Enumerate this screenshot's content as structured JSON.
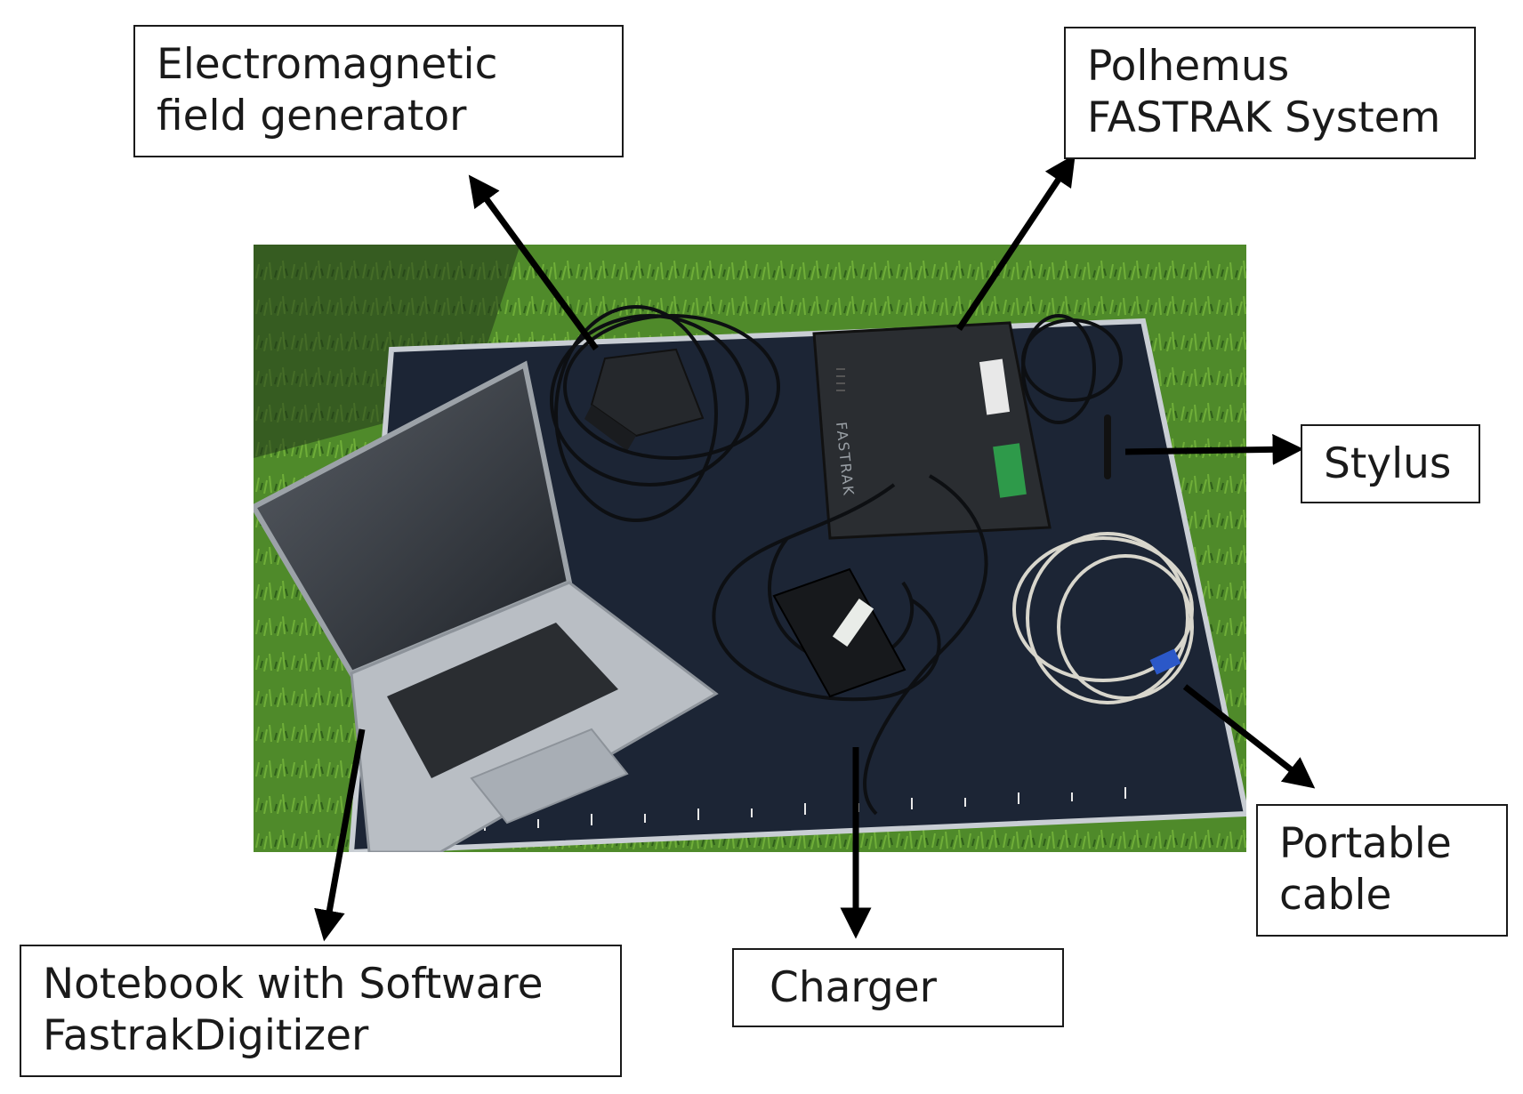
{
  "labels": {
    "field_generator": {
      "line1": "Electromagnetic",
      "line2": "field generator"
    },
    "fastrak_system": {
      "line1": "Polhemus",
      "line2": "FASTRAK System"
    },
    "stylus": {
      "line1": "Stylus"
    },
    "portable_cable": {
      "line1": "Portable",
      "line2": "cable"
    },
    "charger": {
      "line1": "Charger"
    },
    "notebook": {
      "line1": "Notebook with Software",
      "line2": "FastrakDigitizer"
    }
  },
  "photo_text": {
    "device_brand": "FASTRAK"
  },
  "colors": {
    "label_border": "#1a1a1a",
    "arrow": "#000000",
    "grass": "#4f8a2a",
    "board": "#1c2535",
    "laptop": "#b9bec4"
  }
}
